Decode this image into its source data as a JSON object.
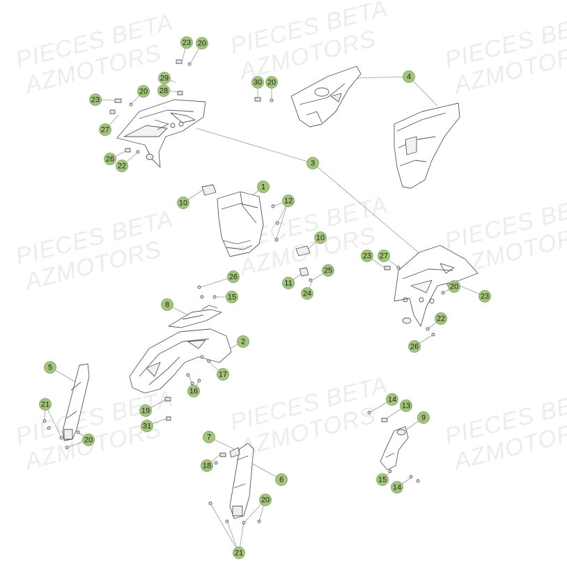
{
  "watermark": {
    "line1": "PIECES BETA",
    "line2": "AZMOTORS",
    "color": "#ececec"
  },
  "colors": {
    "callout_fill": "#a3c47c",
    "callout_stroke": "#7fa05a",
    "leader": "#9a9a9a",
    "part_stroke": "#555555"
  },
  "callouts": [
    {
      "label": "23"
    },
    {
      "label": "20"
    },
    {
      "label": "29"
    },
    {
      "label": "28"
    },
    {
      "label": "23"
    },
    {
      "label": "20"
    },
    {
      "label": "27"
    },
    {
      "label": "26"
    },
    {
      "label": "22"
    },
    {
      "label": "30"
    },
    {
      "label": "20"
    },
    {
      "label": "4"
    },
    {
      "label": "3"
    },
    {
      "label": "1"
    },
    {
      "label": "10"
    },
    {
      "label": "12"
    },
    {
      "label": "10"
    },
    {
      "label": "26"
    },
    {
      "label": "15"
    },
    {
      "label": "8"
    },
    {
      "label": "11"
    },
    {
      "label": "25"
    },
    {
      "label": "24"
    },
    {
      "label": "23"
    },
    {
      "label": "27"
    },
    {
      "label": "20"
    },
    {
      "label": "23"
    },
    {
      "label": "22"
    },
    {
      "label": "26"
    },
    {
      "label": "2"
    },
    {
      "label": "17"
    },
    {
      "label": "16"
    },
    {
      "label": "19"
    },
    {
      "label": "31"
    },
    {
      "label": "5"
    },
    {
      "label": "21"
    },
    {
      "label": "20"
    },
    {
      "label": "14"
    },
    {
      "label": "13"
    },
    {
      "label": "9"
    },
    {
      "label": "7"
    },
    {
      "label": "18"
    },
    {
      "label": "6"
    },
    {
      "label": "20"
    },
    {
      "label": "21"
    },
    {
      "label": "15"
    },
    {
      "label": "14"
    }
  ]
}
